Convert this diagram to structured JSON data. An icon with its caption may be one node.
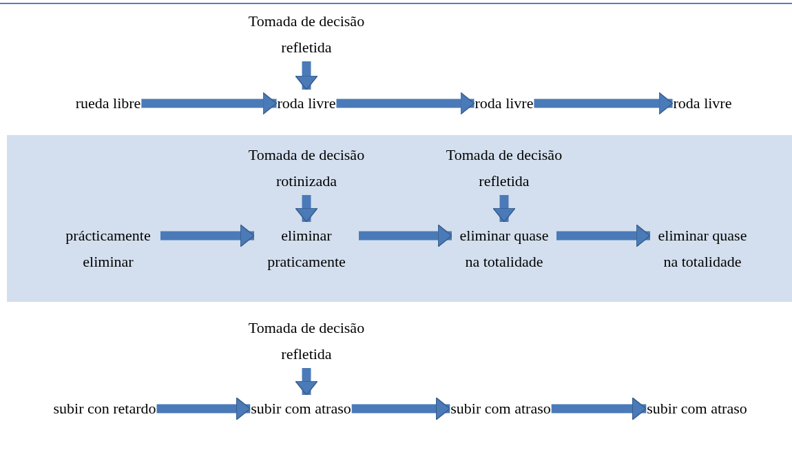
{
  "diagram": {
    "nodes": [
      {
        "text": [
          "Tomada de decisão refletida"
        ]
      },
      {
        "text": [
          "rueda libre"
        ]
      },
      {
        "text": [
          "roda livre"
        ]
      },
      {
        "text": [
          "roda livre"
        ]
      },
      {
        "text": [
          "roda livre"
        ]
      },
      {
        "text": [],
        "shape": "band"
      },
      {
        "text": [
          "Tomada de decisão rotinizada"
        ],
        "in": 5
      },
      {
        "text": [
          "Tomada de decisão refletida"
        ],
        "in": 5
      },
      {
        "text": [
          "prácticamente eliminar"
        ],
        "in": 5
      },
      {
        "text": [
          "eliminar praticamente"
        ],
        "in": 5
      },
      {
        "text": [
          "eliminar quase na totalidade"
        ],
        "in": 5
      },
      {
        "text": [
          "eliminar quase na totalidade"
        ],
        "in": 5
      },
      {
        "text": [
          "Tomada de decisão refletida"
        ]
      },
      {
        "text": [
          "subir con retardo"
        ]
      },
      {
        "text": [
          "subir com atraso"
        ]
      },
      {
        "text": [
          "subir com atraso"
        ]
      },
      {
        "text": [
          "subir com atraso"
        ]
      }
    ],
    "edges": [
      {
        "from": 0,
        "to": 2,
        "arrow": "to"
      },
      {
        "from": 1,
        "to": 2,
        "arrow": "to"
      },
      {
        "from": 2,
        "to": 3,
        "arrow": "to"
      },
      {
        "from": 3,
        "to": 4,
        "arrow": "to"
      },
      {
        "from": 6,
        "to": 9,
        "arrow": "to"
      },
      {
        "from": 7,
        "to": 10,
        "arrow": "to"
      },
      {
        "from": 8,
        "to": 9,
        "arrow": "to"
      },
      {
        "from": 9,
        "to": 10,
        "arrow": "to"
      },
      {
        "from": 10,
        "to": 11,
        "arrow": "to"
      },
      {
        "from": 12,
        "to": 14,
        "arrow": "to"
      },
      {
        "from": 13,
        "to": 14,
        "arrow": "to"
      },
      {
        "from": 14,
        "to": 15,
        "arrow": "to"
      },
      {
        "from": 15,
        "to": 16,
        "arrow": "to"
      }
    ]
  }
}
